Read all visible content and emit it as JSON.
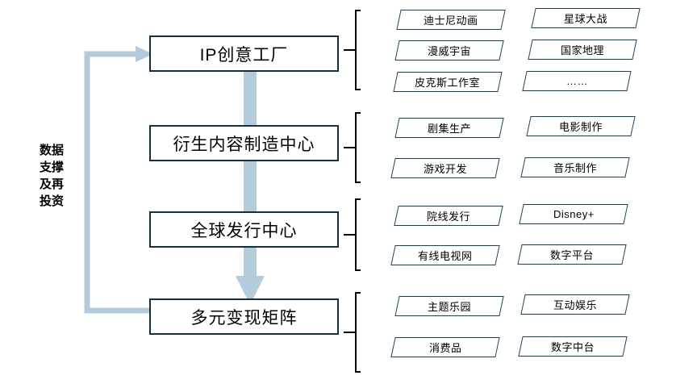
{
  "diagram": {
    "side_label": "数据\n支撑\n及再\n投资",
    "colors": {
      "box_border": "#14303f",
      "chip_border": "#1b4254",
      "arrow": "#b3cbdb",
      "bracket": "#000000",
      "background": "#ffffff"
    },
    "stages": [
      {
        "title": "IP创意工厂",
        "items": [
          "迪士尼动画",
          "星球大战",
          "漫威宇宙",
          "国家地理",
          "皮克斯工作室",
          "……"
        ]
      },
      {
        "title": "衍生内容制造中心",
        "items": [
          "剧集生产",
          "电影制作",
          "游戏开发",
          "音乐制作"
        ]
      },
      {
        "title": "全球发行中心",
        "items": [
          "院线发行",
          "Disney+",
          "有线电视网",
          "数字平台"
        ]
      },
      {
        "title": "多元变现矩阵",
        "items": [
          "主题乐园",
          "互动娱乐",
          "消费品",
          "数字中台"
        ]
      }
    ]
  }
}
